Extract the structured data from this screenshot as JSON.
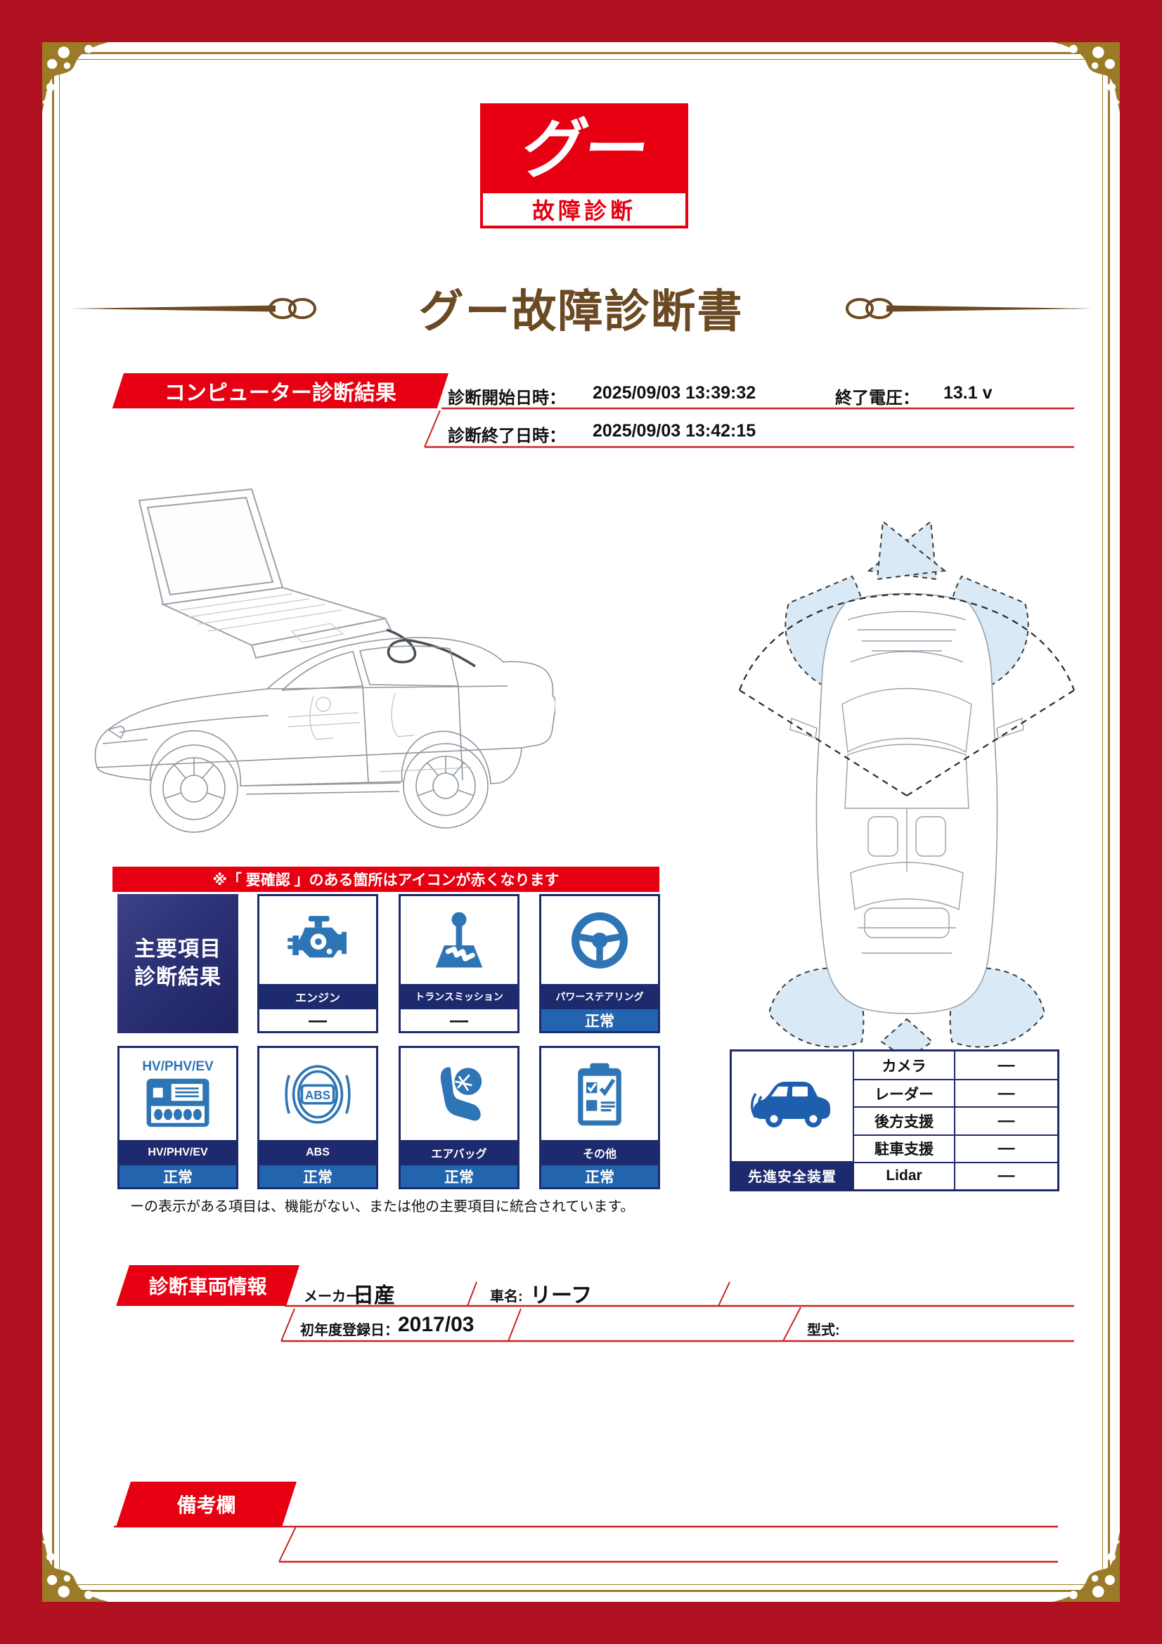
{
  "colors": {
    "brand_red": "#e60012",
    "frame_red": "#b01222",
    "navy": "#1e2a6e",
    "icon_blue": "#2e75b6",
    "status_blue": "#2264ae",
    "title_brown": "#6b4a23",
    "gold": "#9c7b28",
    "sensor_blue": "#d9eaf6",
    "rule_red": "#cc2222"
  },
  "logo": {
    "main": "グー",
    "sub": "故障診断"
  },
  "title": "グー故障診断書",
  "computer_diagnosis": {
    "banner": "コンピューター診断結果",
    "start_label": "診断開始日時：",
    "start_value": "2025/09/03 13:39:32",
    "voltage_label": "終了電圧：",
    "voltage_value": "13.1 v",
    "end_label": "診断終了日時：",
    "end_value": "2025/09/03 13:42:15"
  },
  "notice": "※「 要確認 」のある箇所はアイコンが赤くなります",
  "main_items": {
    "header_line1": "主要項目",
    "header_line2": "診断結果",
    "cards": [
      {
        "label": "エンジン",
        "status": "—"
      },
      {
        "label": "トランスミッション",
        "status": "—"
      },
      {
        "label": "パワーステアリング",
        "status": "正常"
      },
      {
        "icon_text": "HV/PHV/EV",
        "label": "HV/PHV/EV",
        "status": "正常"
      },
      {
        "icon_text": "ABS",
        "label": "ABS",
        "status": "正常"
      },
      {
        "label": "エアバッグ",
        "status": "正常"
      },
      {
        "label": "その他",
        "status": "正常"
      }
    ],
    "footnote": "ーの表示がある項目は、機能がない、または他の主要項目に統合されています。"
  },
  "safety": {
    "label": "先進安全装置",
    "rows": [
      {
        "name": "カメラ",
        "value": "—"
      },
      {
        "name": "レーダー",
        "value": "—"
      },
      {
        "name": "後方支援",
        "value": "—"
      },
      {
        "name": "駐車支援",
        "value": "—"
      },
      {
        "name": "Lidar",
        "value": "—"
      }
    ]
  },
  "vehicle_info": {
    "banner": "診断車両情報",
    "maker_label": "メーカー:",
    "maker_value": "日産",
    "name_label": "車名:",
    "name_value": "リーフ",
    "reg_label": "初年度登録日：",
    "reg_value": "2017/03",
    "model_label": "型式:",
    "model_value": ""
  },
  "remarks": {
    "banner": "備考欄"
  }
}
